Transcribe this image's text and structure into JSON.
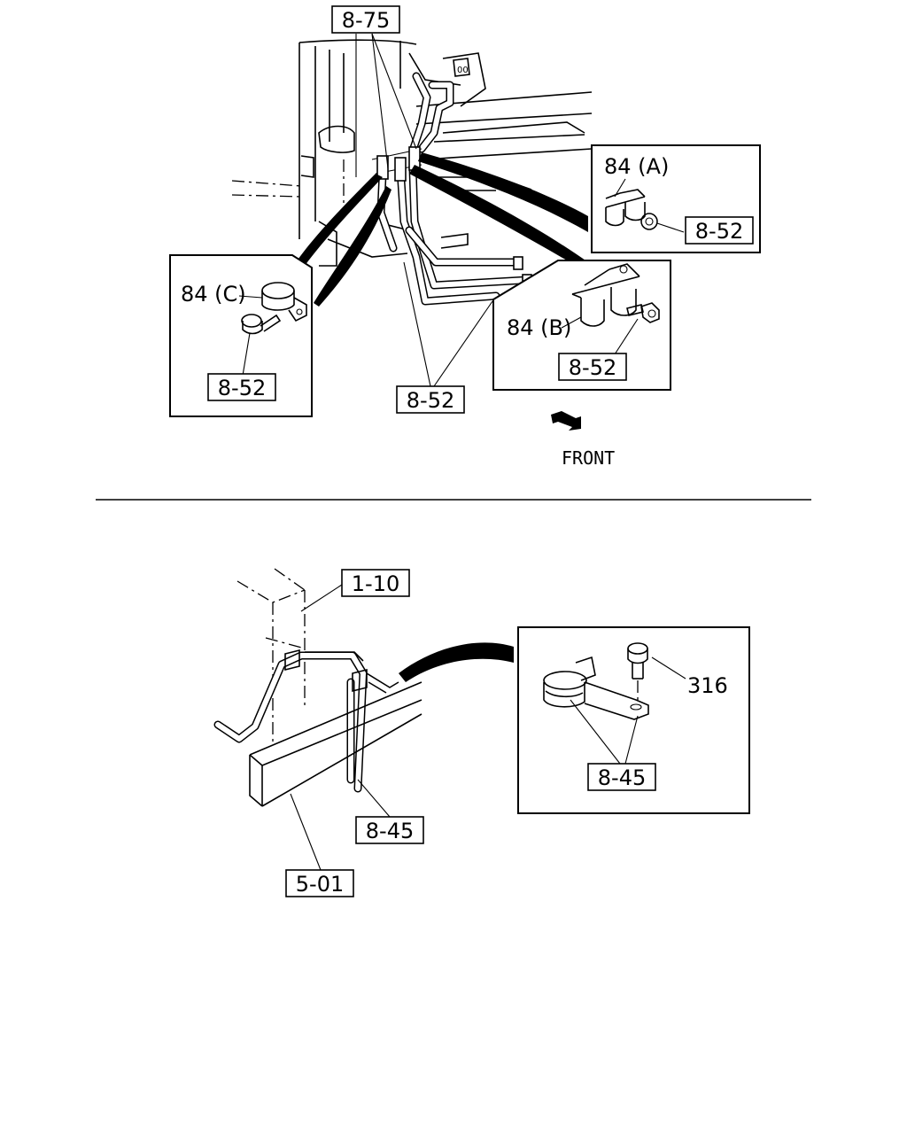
{
  "top_diagram": {
    "callouts": {
      "main_ref": "8-75",
      "clamp_a": "84 (A)",
      "clamp_b": "84 (B)",
      "clamp_c": "84 (C)",
      "bolt_a": "8-52",
      "bolt_b": "8-52",
      "bolt_c": "8-52",
      "bolt_main": "8-52"
    },
    "direction_label": "FRONT"
  },
  "bottom_diagram": {
    "callouts": {
      "frame_ref": "1-10",
      "rail_ref": "5-01",
      "pipe_ref": "8-45",
      "detail_clamp_ref": "8-45",
      "bolt_ref": "316"
    }
  }
}
